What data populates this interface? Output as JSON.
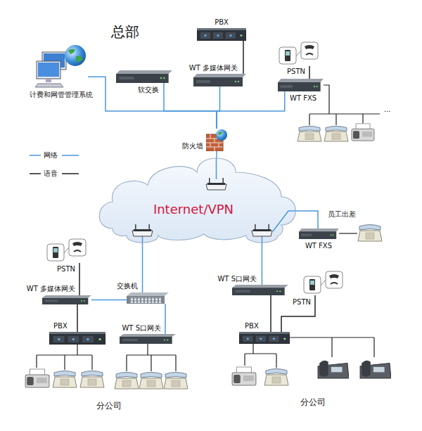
{
  "diagram": {
    "title": "总部",
    "nodes": [
      {
        "text": [
          "计费和网管管理系统"
        ]
      },
      {
        "text": [
          "软交换"
        ]
      },
      {
        "text": [
          "PBX"
        ]
      },
      {
        "text": [
          "WT 多媒体网关"
        ]
      },
      {
        "text": [
          "PSTN"
        ]
      },
      {
        "text": [
          "WT FXS"
        ]
      },
      {
        "text": [
          "防火墙"
        ]
      },
      {
        "text": [
          "Internet/VPN"
        ]
      },
      {
        "text": [
          "WT FXS"
        ]
      },
      {
        "text": [
          "PSTN"
        ]
      },
      {
        "text": [
          "WT 多媒体网关"
        ]
      },
      {
        "text": [
          "交换机"
        ]
      },
      {
        "text": [
          "PBX"
        ]
      },
      {
        "text": [
          "WT S口网关"
        ]
      },
      {
        "text": [
          "WT S口网关"
        ]
      },
      {
        "text": [
          "PSTN"
        ]
      },
      {
        "text": [
          "PBX"
        ]
      }
    ],
    "edges": [
      {
        "from": 0,
        "to": 6,
        "arrow": "none"
      },
      {
        "from": 1,
        "to": 6,
        "arrow": "none"
      },
      {
        "from": 3,
        "to": 6,
        "arrow": "none"
      },
      {
        "from": 5,
        "to": 6,
        "arrow": "none"
      },
      {
        "from": 2,
        "to": 3,
        "arrow": "none"
      },
      {
        "from": 4,
        "to": 5,
        "arrow": "none"
      },
      {
        "from": 6,
        "to": 7,
        "arrow": "none"
      },
      {
        "from": 7,
        "to": 8,
        "arrow": "none"
      },
      {
        "from": 7,
        "to": 11,
        "arrow": "none"
      },
      {
        "from": 7,
        "to": 14,
        "arrow": "none"
      },
      {
        "from": 9,
        "to": 10,
        "arrow": "none"
      },
      {
        "from": 10,
        "to": 11,
        "arrow": "none"
      },
      {
        "from": 10,
        "to": 12,
        "arrow": "none"
      },
      {
        "from": 11,
        "to": 13,
        "arrow": "none"
      },
      {
        "from": 14,
        "to": 16,
        "arrow": "none"
      },
      {
        "from": 15,
        "to": 16,
        "arrow": "none"
      }
    ],
    "labels": [
      "员工出差",
      "...",
      "分公司",
      "分公司"
    ],
    "legend": [
      {
        "text": "网络"
      },
      {
        "text": "语音"
      }
    ]
  }
}
